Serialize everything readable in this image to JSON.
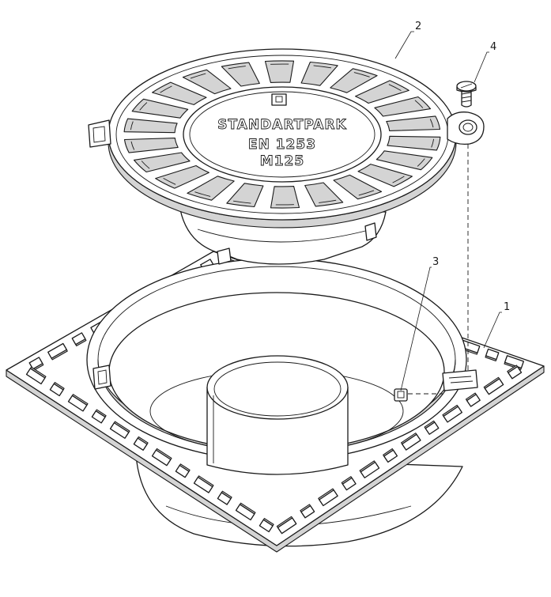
{
  "grate": {
    "brand": "STANDARTPARK",
    "standard": "EN 1253",
    "load_class": "M125"
  },
  "callouts": [
    {
      "id": "1"
    },
    {
      "id": "2"
    },
    {
      "id": "3"
    },
    {
      "id": "4"
    }
  ],
  "colors": {
    "line": "#1a1a1a",
    "fill": "#ffffff",
    "shade": "#d4d4d4"
  }
}
